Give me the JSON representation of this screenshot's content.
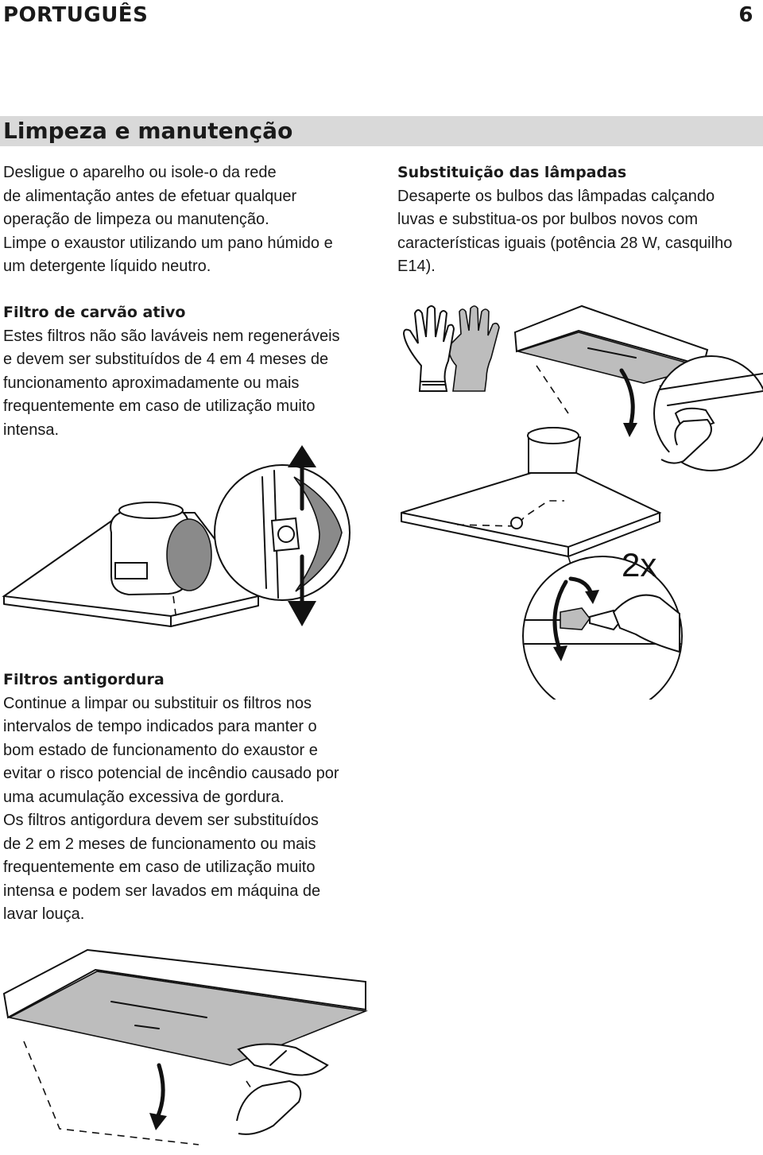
{
  "header": {
    "language": "PORTUGUÊS",
    "page_number": "6"
  },
  "section": {
    "title": "Limpeza e manutenção"
  },
  "intro": {
    "lines": [
      "Desligue o aparelho ou isole-o da rede",
      "de alimentação antes de efetuar qualquer",
      "operação de limpeza ou manutenção.",
      "Limpe o exaustor utilizando um pano húmido e",
      "um detergente líquido neutro."
    ]
  },
  "carbon_filter": {
    "heading": "Filtro de carvão ativo",
    "lines": [
      "Estes filtros não são laváveis nem regeneráveis",
      "e devem ser substituídos de 4 em 4 meses de",
      "funcionamento aproximadamente ou mais",
      "frequentemente em caso de utilização muito",
      "intensa."
    ]
  },
  "grease_filters": {
    "heading": "Filtros antigordura",
    "lines": [
      "Continue a limpar ou substituir os filtros nos",
      "intervalos de tempo indicados para manter o",
      "bom estado de funcionamento do exaustor e",
      "evitar o risco potencial de incêndio causado por",
      "uma acumulação excessiva de gordura.",
      "Os filtros antigordura devem ser substituídos",
      "de 2 em 2 meses de funcionamento ou mais",
      "frequentemente em caso de utilização muito",
      "intensa e podem ser lavados em máquina de",
      "lavar louça."
    ]
  },
  "lamps": {
    "heading": "Substituição das lâmpadas",
    "lines": [
      "Desaperte os bulbos das lâmpadas calçando",
      "luvas e substitua-os por bulbos novos com",
      "características iguais (potência 28 W, casquilho",
      "E14)."
    ],
    "quantity_label": "2x"
  },
  "illustrations": {
    "gloves": "gloves-illustration",
    "carbon": "carbon-filter-illustration",
    "lamp": "lamp-replacement-illustration",
    "grease": "grease-filter-illustration"
  }
}
